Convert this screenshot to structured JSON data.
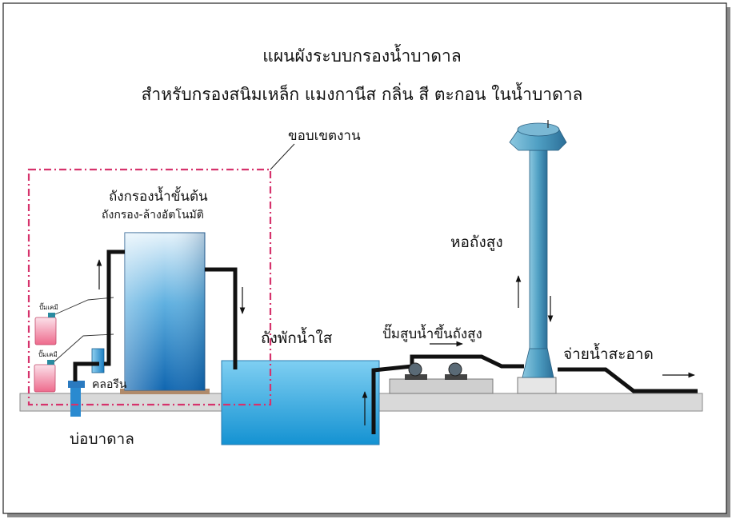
{
  "title": "แผนผังระบบกรองน้ำบาดาล",
  "subtitle": "สำหรับกรองสนิมเหล็ก แมงกานีส กลิ่น สี ตะกอน ในน้ำบาดาล",
  "labels": {
    "boundary": "ขอบเขตงาน",
    "filter_tank": "ถังกรองน้ำขั้นต้น",
    "filter_tank_sub": "ถังกรอง-ล้างอัตโนมัติ",
    "chem_pump": "ปั๊มเคมี",
    "chlorine": "คลอรีน",
    "well": "บ่อบาดาล",
    "clear_tank": "ถังพักน้ำใส",
    "pump": "ปั๊มสูบน้ำขึ้นถังสูง",
    "tower": "หอถังสูง",
    "supply": "จ่ายน้ำสะอาด"
  },
  "colors": {
    "boundary": "#d6336c",
    "pipe": "#111111",
    "water": "#1a9ad6",
    "tower": "#5aa9c9",
    "chem_tank": "#f06a8a"
  }
}
